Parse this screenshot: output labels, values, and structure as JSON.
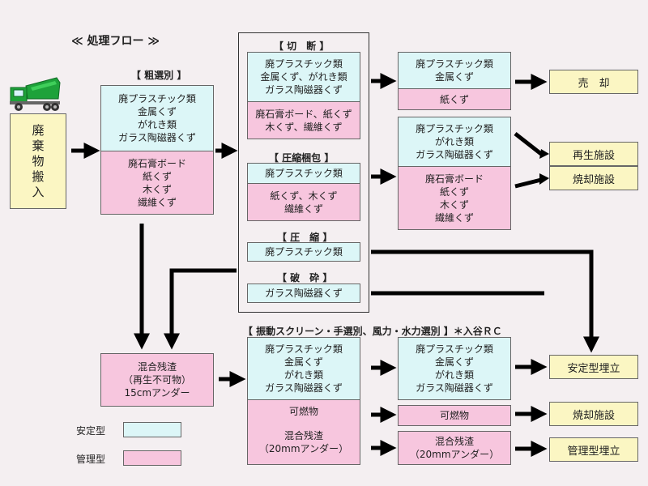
{
  "title": "≪ 処理フロー ≫",
  "intake": {
    "label": "廃棄物搬入",
    "chars": [
      "廃",
      "棄",
      "物",
      "搬",
      "入"
    ]
  },
  "rough_sort": {
    "heading": "【 粗選別 】",
    "recyclable": [
      "廃プラスチック類",
      "金属くず",
      "がれき類",
      "ガラス陶磁器くず"
    ],
    "managed": [
      "廃石膏ボード",
      "紙くず",
      "木くず",
      "繊維くず"
    ]
  },
  "cutting": {
    "heading": "【 切　断 】",
    "recyclable": [
      "廃プラスチック類",
      "金属くず、がれき類",
      "ガラス陶磁器くず"
    ],
    "managed": [
      "廃石膏ボード、紙くず",
      "木くず、繊維くず"
    ]
  },
  "compress_pack": {
    "heading": "【 圧縮梱包 】",
    "recyclable": [
      "廃プラスチック類"
    ],
    "managed": [
      "紙くず、木くず",
      "繊維くず"
    ]
  },
  "compress": {
    "heading": "【 圧　縮 】",
    "item": "廃プラスチック類"
  },
  "crush": {
    "heading": "【 破　砕 】",
    "item": "ガラス陶磁器くず"
  },
  "sale_group": {
    "recyclable": [
      "廃プラスチック類",
      "金属くず"
    ],
    "managed": [
      "紙くず"
    ]
  },
  "recycle_group": {
    "recyclable": [
      "廃プラスチック類",
      "がれき類",
      "ガラス陶磁器くず"
    ],
    "managed": [
      "廃石膏ボード",
      "紙くず",
      "木くず",
      "繊維くず"
    ]
  },
  "residue": {
    "lines": [
      "混合残渣",
      "（再生不可物）",
      "15cmアンダー"
    ]
  },
  "screen": {
    "heading": "【 振動スクリーン・手選別、風力・水力選別 】＊入谷ＲＣ",
    "recyclable": [
      "廃プラスチック類",
      "金属くず",
      "がれき類",
      "ガラス陶磁器くず"
    ],
    "combustible": "可燃物",
    "residue": [
      "混合残渣",
      "（20mmアンダー）"
    ]
  },
  "screen_out": {
    "recyclable": [
      "廃プラスチック類",
      "金属くず",
      "がれき類",
      "ガラス陶磁器くず"
    ],
    "combustible": "可燃物",
    "residue": [
      "混合残渣",
      "（20mmアンダー）"
    ]
  },
  "outputs": {
    "sale": "売　却",
    "recycle_facility": "再生施設",
    "incineration_1": "焼却施設",
    "stable_landfill": "安定型埋立",
    "incineration_2": "焼却施設",
    "managed_landfill": "管理型埋立"
  },
  "legend": {
    "stable": "安定型",
    "managed": "管理型",
    "stable_color": "#dcf6f7",
    "managed_color": "#f7c6de"
  }
}
